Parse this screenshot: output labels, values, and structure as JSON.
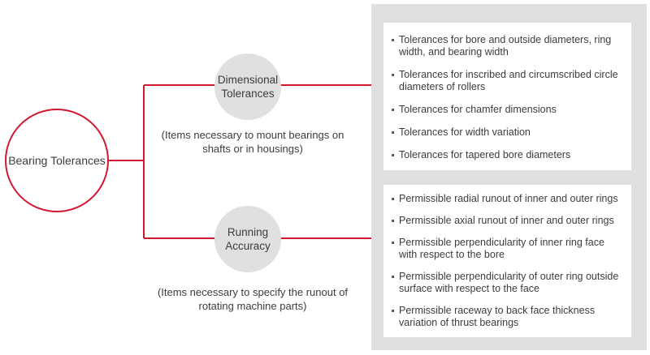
{
  "root": {
    "label": "Bearing Tolerances"
  },
  "branches": [
    {
      "label": "Dimensional Tolerances",
      "note": "(Items necessary to mount bearings on shafts or in housings)",
      "items": [
        "Tolerances for bore and outside diameters, ring width, and bearing width",
        "Tolerances for inscribed and circumscribed circle diameters of rollers",
        "Tolerances for chamfer dimensions",
        "Tolerances for width variation",
        "Tolerances for tapered bore diameters"
      ]
    },
    {
      "label": "Running Accuracy",
      "note": "(Items necessary to specify the runout of rotating machine parts)",
      "items": [
        "Permissible radial runout of inner and outer rings",
        "Permissible axial runout of inner and outer rings",
        "Permissible perpendicularity of inner ring face with respect to the bore",
        "Permissible perpendicularity of outer ring outside surface with respect to the face",
        "Permissible raceway to back face thickness variation of thrust bearings"
      ]
    }
  ],
  "colors": {
    "accent": "#d21830",
    "panel": "#e0e0e0",
    "node": "#e0e0e0"
  }
}
